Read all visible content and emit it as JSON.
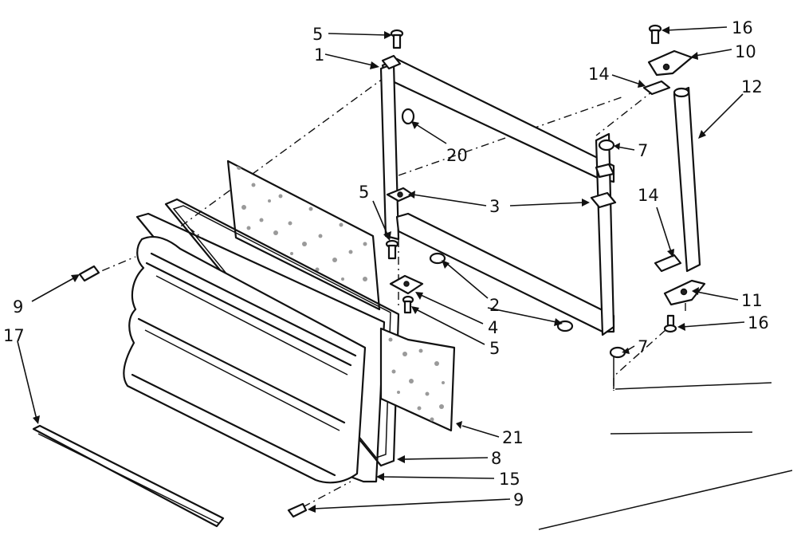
{
  "labels": {
    "l1": "1",
    "l2": "2",
    "l3": "3",
    "l4": "4",
    "l5a": "5",
    "l5b": "5",
    "l5c": "5",
    "l7a": "7",
    "l7b": "7",
    "l8": "8",
    "l9a": "9",
    "l9b": "9",
    "l10": "10",
    "l11": "11",
    "l12": "12",
    "l14a": "14",
    "l14b": "14",
    "l15": "15",
    "l16a": "16",
    "l16b": "16",
    "l17": "17",
    "l20": "20",
    "l21": "21"
  },
  "colors": {
    "ink": "#111111",
    "paper": "#ffffff",
    "insulation": "#9a9a9a"
  }
}
